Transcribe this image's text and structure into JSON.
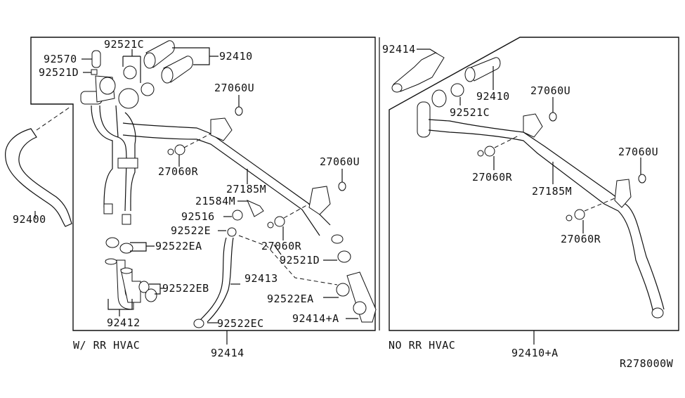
{
  "diagram": {
    "reference_code": "R278000W",
    "sections": [
      {
        "caption": "W/ RR HVAC",
        "assembly_part": "92414",
        "labels": {
          "p92570": "92570",
          "p92521D_top": "92521D",
          "p92521C": "92521C",
          "p92410": "92410",
          "p27060U_a": "27060U",
          "p27060R_a": "27060R",
          "p27185M": "27185M",
          "p27060U_b": "27060U",
          "p21584M": "21584M",
          "p92516": "92516",
          "p92522E": "92522E",
          "p27060R_b": "27060R",
          "p92521D_low": "92521D",
          "p92522EA_left": "92522EA",
          "p92522EB": "92522EB",
          "p92413": "92413",
          "p92522EA_right": "92522EA",
          "p92414A": "92414+A",
          "p92412": "92412",
          "p92522EC": "92522EC",
          "p92400": "92400"
        }
      },
      {
        "caption": "NO RR HVAC",
        "assembly_part": "92410+A",
        "labels": {
          "p92414": "92414",
          "p92410": "92410",
          "p92521C": "92521C",
          "p27060U_a": "27060U",
          "p27060R_a": "27060R",
          "p27185M": "27185M",
          "p27060U_b": "27060U",
          "p27060R_b": "27060R"
        }
      }
    ]
  }
}
